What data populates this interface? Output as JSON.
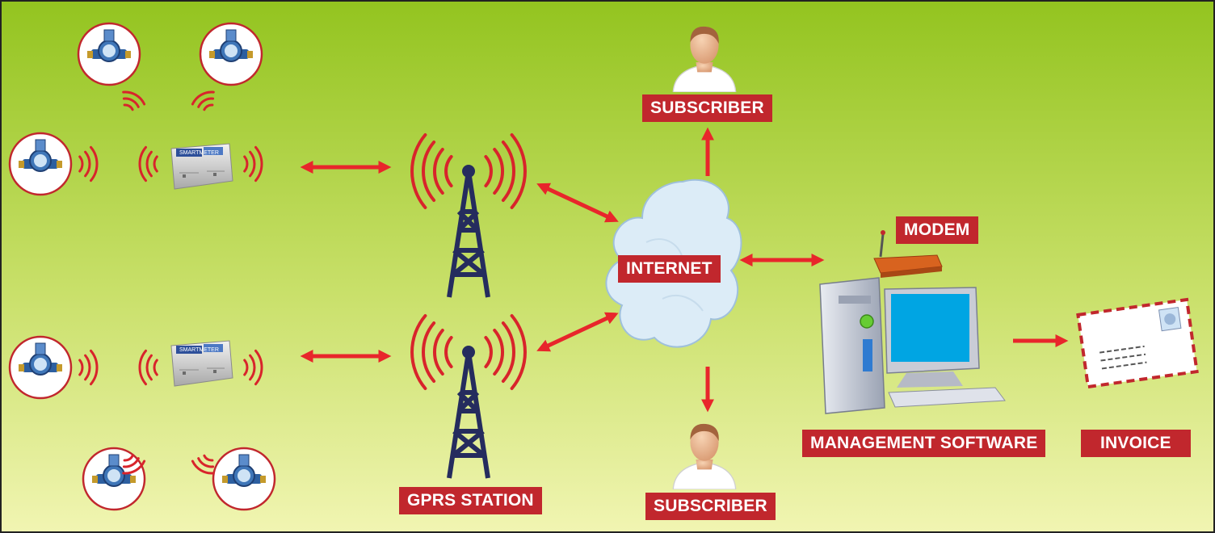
{
  "labels": {
    "subscriber_top": "SUBSCRIBER",
    "subscriber_bottom": "SUBSCRIBER",
    "internet": "INTERNET",
    "modem": "MODEM",
    "gprs_station": "GPRS STATION",
    "management_software": "MANAGEMENT SOFTWARE",
    "invoice": "INVOICE",
    "concentrator_brand": "SMARTMETER"
  },
  "colors": {
    "background_top": "#93c41f",
    "background_bottom": "#f1f5b2",
    "label_bg": "#c1272d",
    "label_text": "#ffffff",
    "arrow": "#e8262b",
    "signal": "#d8242b",
    "tower": "#252c5e",
    "screen": "#00a5e3",
    "cloud": "#dcecf7"
  },
  "icons": {
    "water_meter": "water-meter-icon",
    "concentrator": "data-concentrator-icon",
    "tower": "gprs-tower-icon",
    "cloud": "cloud-icon",
    "person": "person-icon",
    "computer": "desktop-computer-icon",
    "modem": "modem-icon",
    "envelope": "envelope-icon"
  }
}
